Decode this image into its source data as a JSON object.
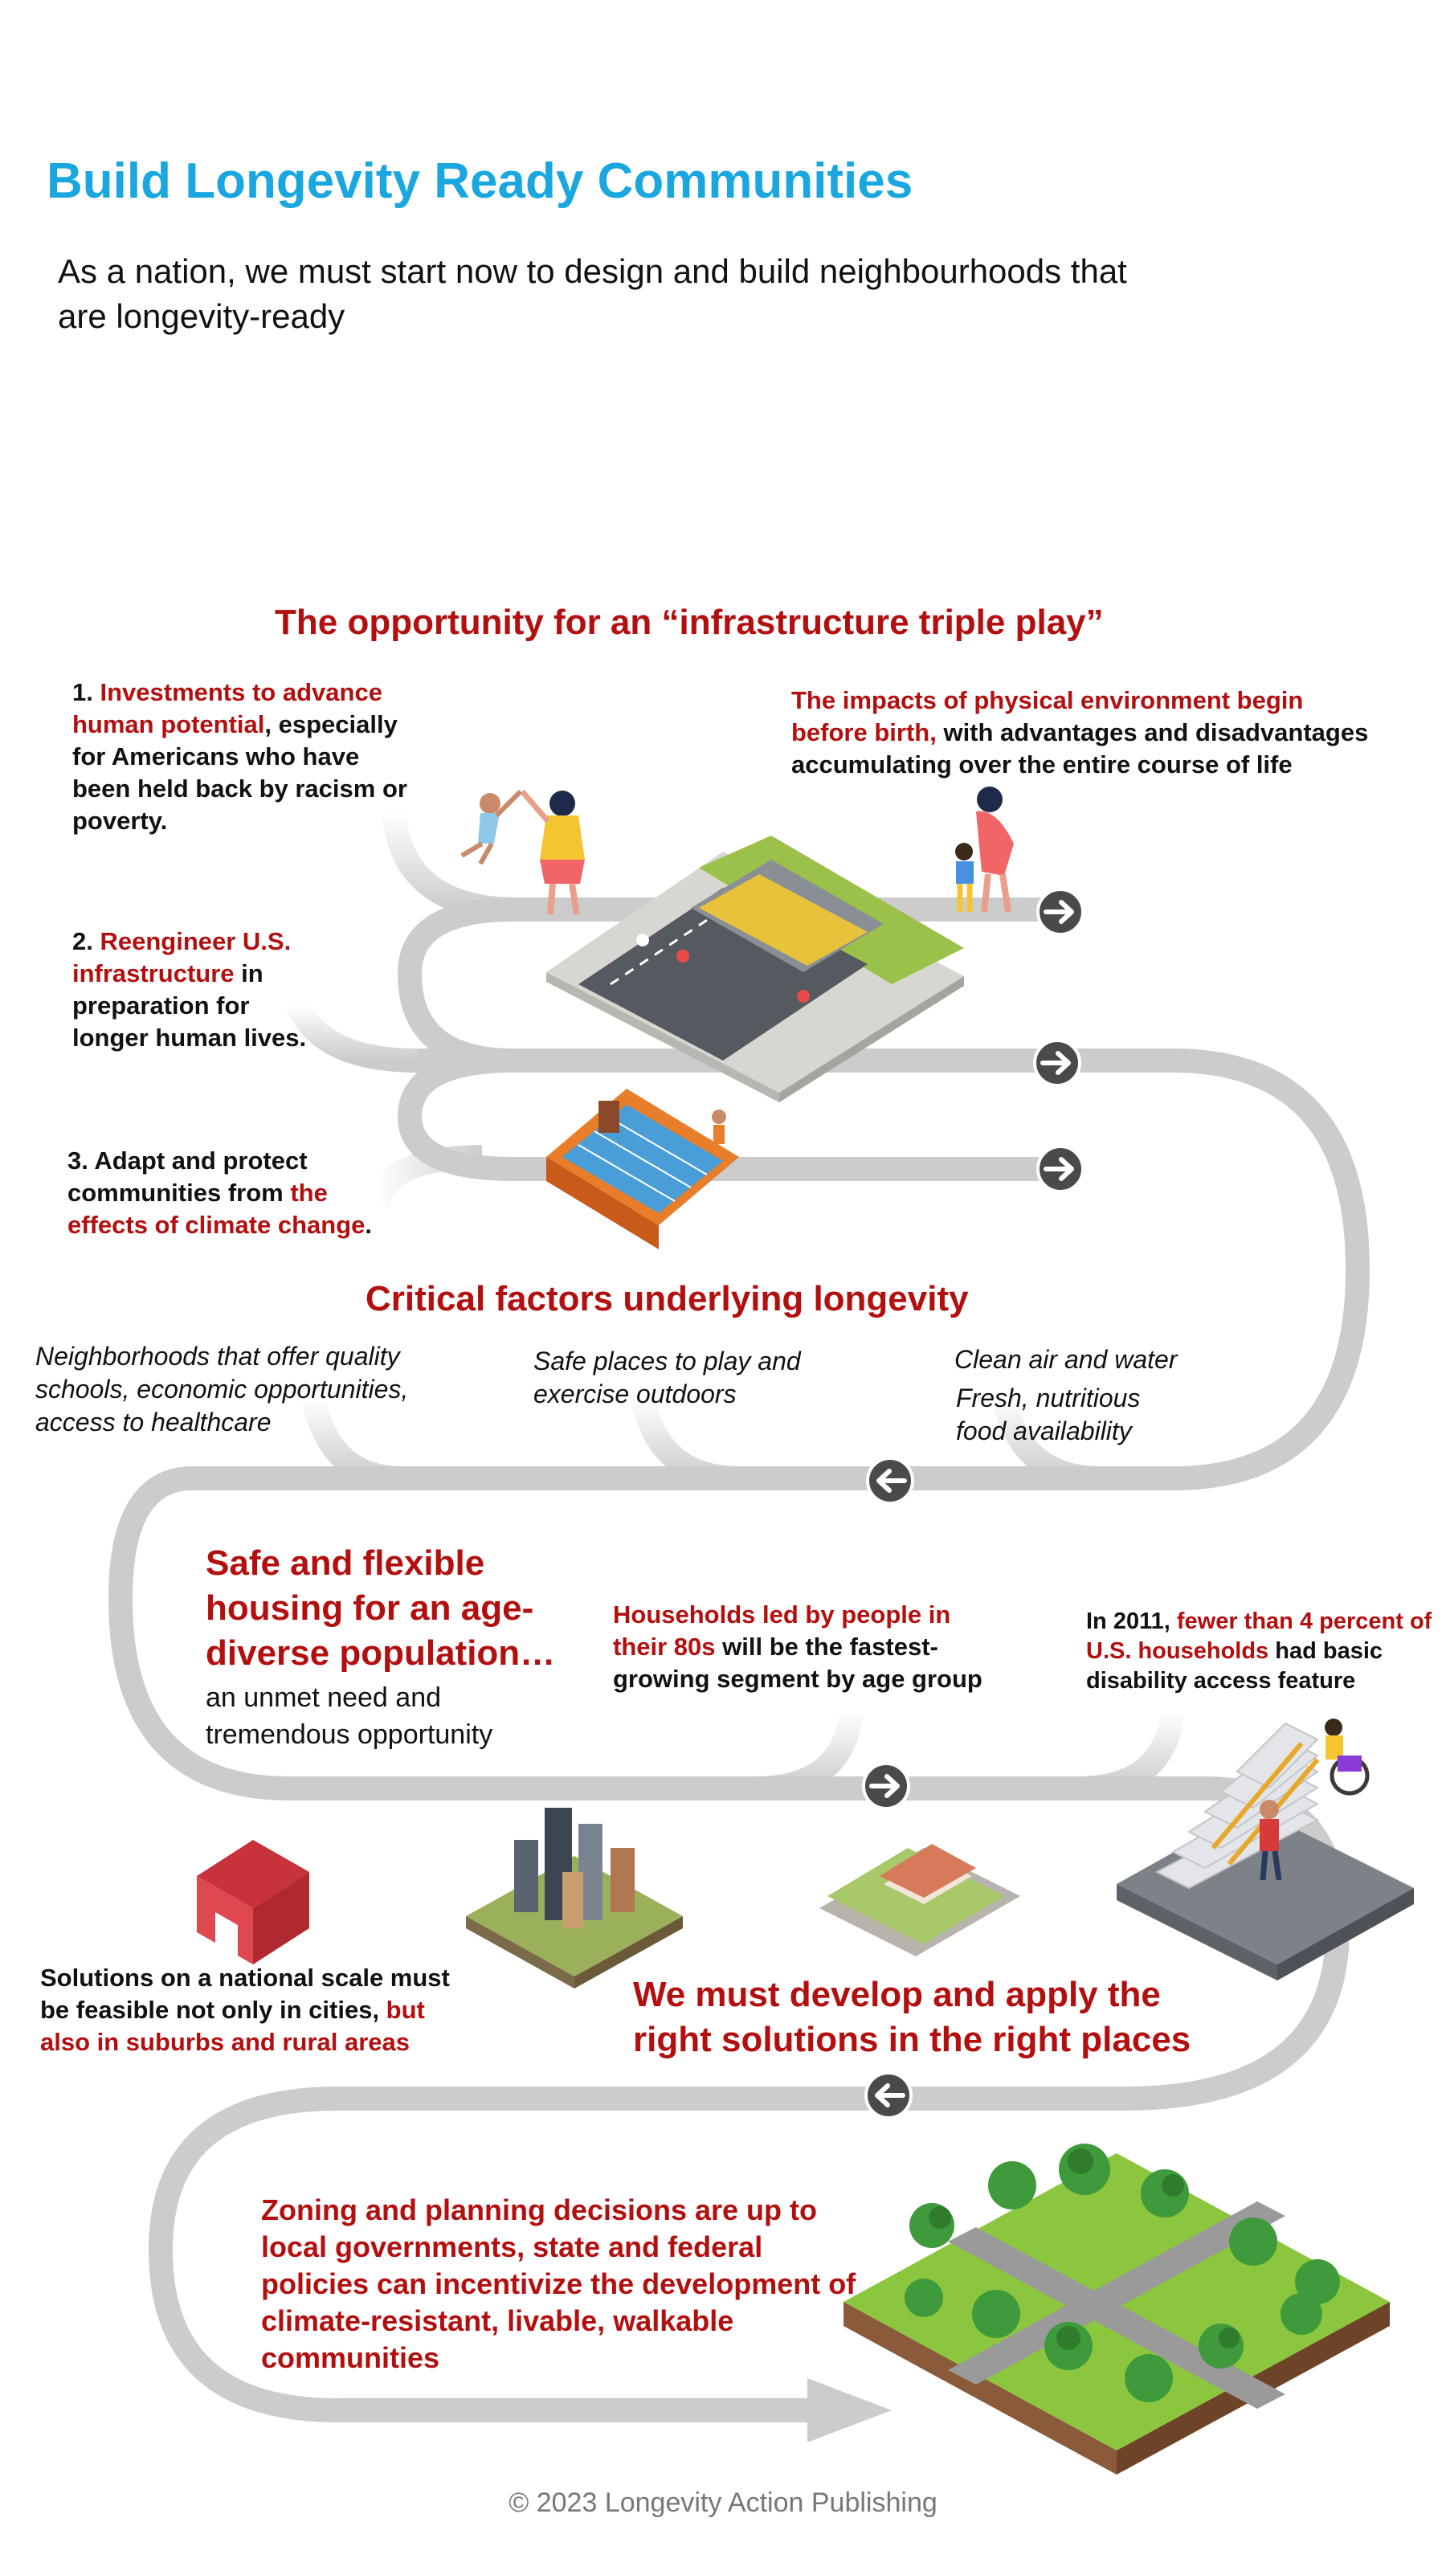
{
  "header": {
    "title": "Build Longevity Ready Communities",
    "subtitle": "As a nation, we must start now to design and build neighbourhoods that are longevity-ready"
  },
  "section1": {
    "title": "The opportunity for an “infrastructure triple play”",
    "item1": {
      "num": "1. ",
      "red": "Investments to advance human potential",
      "rest": ", especially for Americans who have been held back by racism or poverty."
    },
    "item2": {
      "num": "2. ",
      "red": "Reengineer U.S. infrastructure",
      "rest": " in preparation for longer human lives."
    },
    "item3": {
      "pre": "3. Adapt and protect communities from ",
      "red": "the effects of climate change",
      "post": "."
    },
    "impacts": {
      "red": "The impacts of physical environment begin before birth,",
      "rest": " with advantages and disadvantages accumulating over the entire course of life"
    }
  },
  "section2": {
    "title": "Critical factors underlying longevity",
    "factor1": "Neighborhoods that offer quality schools, economic opportunities, access to healthcare",
    "factor2": "Safe places to play and exercise outdoors",
    "factor3": "Clean air and water",
    "factor4": "Fresh, nutritious food availability"
  },
  "section3": {
    "housing_red": "Safe and flexible housing for an age-diverse population…",
    "housing_rest": "an unmet need and tremendous opportunity",
    "households": {
      "red": "Households led by people in their 80s",
      "rest": " will be the fastest-growing segment by age group"
    },
    "access": {
      "pre": "In 2011, ",
      "red": "fewer than 4 percent of U.S. households",
      "rest": " had basic disability access feature"
    }
  },
  "section4": {
    "solutions": {
      "pre": "Solutions on a national scale must be feasible not only in cities, ",
      "red": "but also in suburbs and rural areas"
    },
    "title": "We must develop and apply the right solutions in the right places"
  },
  "section5": {
    "zoning": "Zoning and planning decisions are up to local governments, state and federal policies can incentivize the development of climate-resistant, livable, walkable communities"
  },
  "footer": {
    "copyright": "© 2023 Longevity Action Publishing"
  },
  "colors": {
    "title_blue": "#1aa7e0",
    "accent_red": "#b30f0f",
    "road_gray": "#cccccc",
    "arrow_dark": "#4a4a4a"
  }
}
